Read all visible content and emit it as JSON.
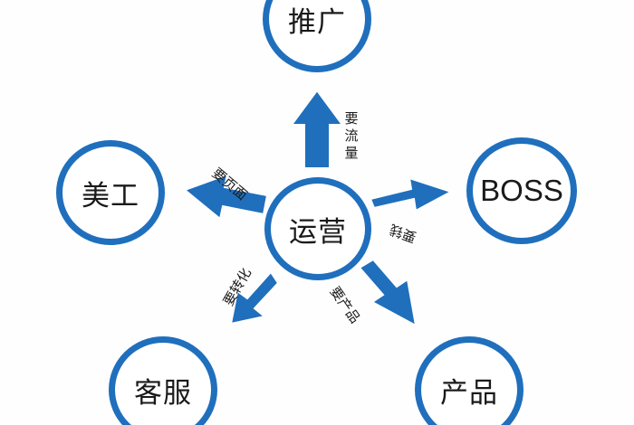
{
  "diagram": {
    "type": "hub-and-spoke",
    "colors": {
      "circle_stroke": "#1f6fbd",
      "arrow_fill": "#1f6fbd",
      "text": "#1a1a1a",
      "background": "#ffffff"
    },
    "center": {
      "label": "运营"
    },
    "nodes": [
      {
        "id": "tuiguang",
        "label": "推广",
        "position": "top"
      },
      {
        "id": "boss",
        "label": "BOSS",
        "position": "right"
      },
      {
        "id": "chanpin",
        "label": "产品",
        "position": "bottom-right"
      },
      {
        "id": "kefu",
        "label": "客服",
        "position": "bottom-left"
      },
      {
        "id": "meigong",
        "label": "美工",
        "position": "left"
      }
    ],
    "edges": [
      {
        "from": "运营",
        "to": "推广",
        "label": "要流量"
      },
      {
        "from": "运营",
        "to": "BOSS",
        "label": "要钱"
      },
      {
        "from": "运营",
        "to": "产品",
        "label": "要产品"
      },
      {
        "from": "运营",
        "to": "客服",
        "label": "要转化"
      },
      {
        "from": "运营",
        "to": "美工",
        "label": "要页面"
      }
    ]
  }
}
